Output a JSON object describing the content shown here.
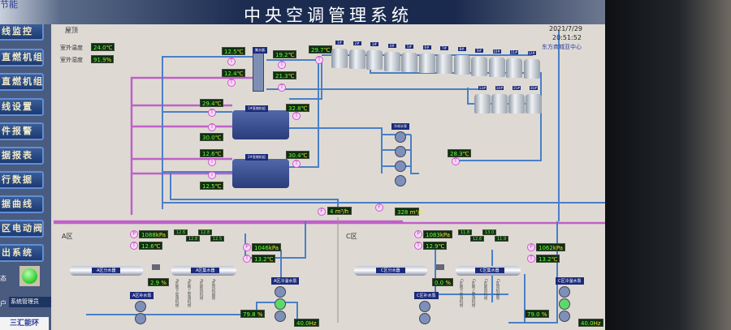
{
  "app": {
    "title": "中央空调管理系统",
    "logo_text": "节能",
    "date": "2021/7/29",
    "time": "20:51:52",
    "site": "东方商城亚中心"
  },
  "nav": {
    "items": [
      "线监控",
      "直燃机组",
      "直燃机组",
      "线设置",
      "件报警",
      "据报表",
      "行数据",
      "据曲线",
      "区电动阀",
      "出系统"
    ],
    "status_label": "态",
    "user_label": "户",
    "user_value": "系统管理员",
    "brand": "三汇能环"
  },
  "colors": {
    "supply_pipe": "#c060c8",
    "return_pipe": "#4a7fc8",
    "status_on": "#3cd23c"
  },
  "roof": {
    "label": "屋顶",
    "outdoor_temp_label": "室外温度",
    "outdoor_temp": "24.0",
    "outdoor_humidity_label": "室外湿度",
    "outdoor_humidity": "91.9",
    "temp_unit": "℃",
    "pct_unit": "%"
  },
  "plant": {
    "collector_label": "集水器",
    "t_top_left": "12.5",
    "t_top_right": "19.2",
    "t_mid_left": "12.4",
    "t_mid_right": "21.3",
    "t_tower_in": "29.7",
    "chiller1": {
      "label": "1#直燃机组",
      "t_in": "29.4",
      "t_out": "30.0",
      "t_right": "32.8"
    },
    "chiller2": {
      "label": "2#直燃机组",
      "t_in": "12.6",
      "t_out": "12.5",
      "t_right": "30.4"
    },
    "cooling_pump_label": "冷却水泵",
    "cooling_return_temp": "28.3",
    "flow1": "4",
    "flow2": "328",
    "flow_unit": "m³/h"
  },
  "towers": [
    "1#",
    "2#",
    "3#",
    "4#",
    "5#",
    "6#",
    "7#",
    "8#",
    "9#",
    "10#",
    "11#",
    "12#",
    "13#",
    "14#",
    "15#",
    "16#"
  ],
  "zone_a": {
    "label": "A区",
    "pressure": "1088",
    "temp": "12.6",
    "valve": "2.9",
    "branch_temps": [
      "12.6",
      "12.8",
      "12.8",
      "12.5"
    ],
    "return_pressure": "1046",
    "return_temp": "13.2",
    "supply_header": "A区分水器",
    "return_header": "A区集水器",
    "makeup_pump": "A区补水泵",
    "chw_pump": "A区冷温水泵",
    "bypass_valve": "79.8",
    "freq": "40.0",
    "branches": [
      "A区地下空调机组",
      "A区地上空调机组",
      "A区新风机组",
      "A区风机盘管"
    ]
  },
  "zone_c": {
    "label": "C区",
    "pressure": "1083",
    "temp": "12.9",
    "valve": "0.0",
    "branch_temps": [
      "11.8",
      "12.6",
      "13.0",
      "11.9"
    ],
    "return_pressure": "1062",
    "return_temp": "13.2",
    "supply_header": "C区分水器",
    "return_header": "C区集水器",
    "makeup_pump": "C区补水泵",
    "chw_pump": "C区冷温水泵",
    "bypass_valve": "79.0",
    "freq": "40.0",
    "branches": [
      "C区地下空调机组",
      "C区地上空调机组",
      "C区新风机组",
      "C区风机盘管"
    ]
  },
  "units": {
    "kpa": "kPa",
    "hz": "Hz",
    "pct": "%",
    "c": "℃"
  }
}
